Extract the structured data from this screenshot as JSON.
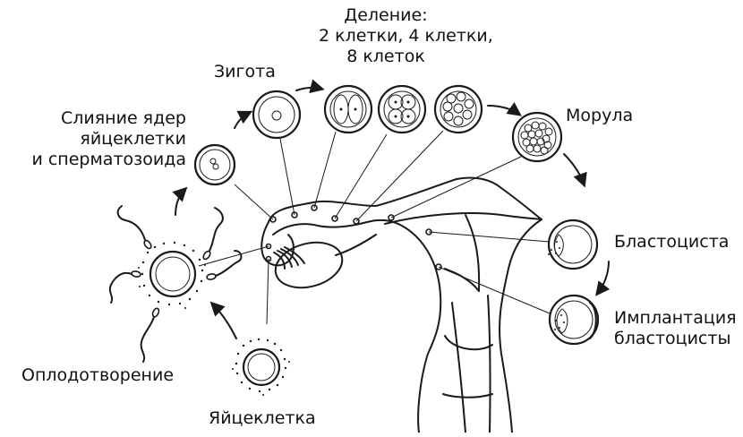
{
  "labels": {
    "division": [
      "Деление:",
      "2 клетки, 4 клетки,",
      "8 клеток"
    ],
    "zygote": "Зигота",
    "fusion": [
      "Слияние ядер",
      "яйцеклетки",
      "и сперматозоида"
    ],
    "morula": "Морула",
    "blastocyst": "Бластоциста",
    "implantation": [
      "Имплантация",
      "бластоцисты"
    ],
    "fertilization": "Оплодотворение",
    "egg": "Яйцеклетка"
  }
}
